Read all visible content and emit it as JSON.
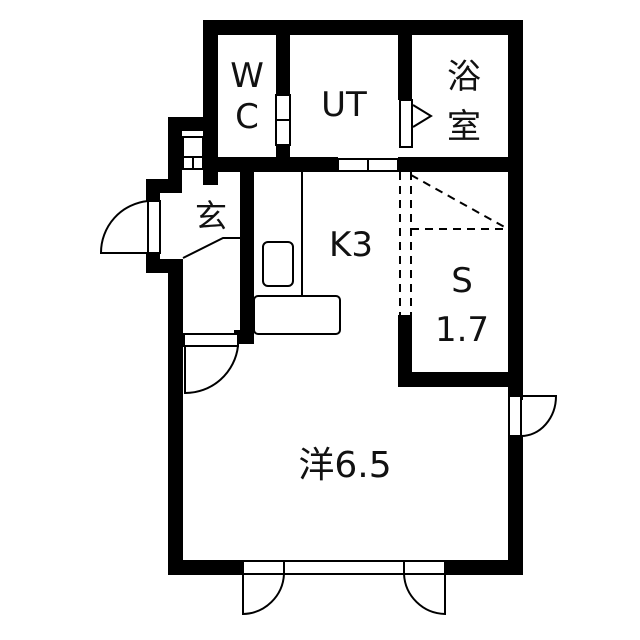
{
  "floorplan": {
    "rooms": {
      "wc": {
        "line1": "W",
        "line2": "C"
      },
      "ut": {
        "label": "UT"
      },
      "bath": {
        "line1": "浴",
        "line2": "室"
      },
      "entrance": {
        "label": "玄"
      },
      "kitchen": {
        "label": "K3"
      },
      "storage": {
        "line1": "S",
        "line2": "1.7"
      },
      "western_room": {
        "label": "洋6.5"
      }
    },
    "colors": {
      "wall": "#000000",
      "background": "#ffffff",
      "text": "#111111"
    }
  }
}
